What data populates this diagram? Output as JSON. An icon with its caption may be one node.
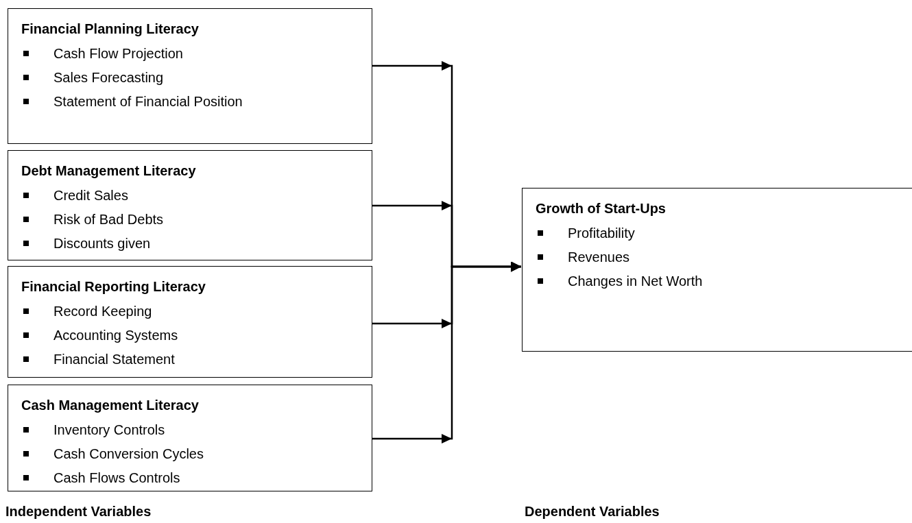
{
  "diagram": {
    "nodes": [
      {
        "text": [
          "Financial Planning Literacy",
          "Cash Flow Projection",
          "Sales Forecasting",
          "Statement of Financial Position"
        ]
      },
      {
        "text": [
          "Debt Management Literacy",
          "Credit Sales",
          "Risk of Bad Debts",
          "Discounts given"
        ]
      },
      {
        "text": [
          "Financial Reporting Literacy",
          "Record Keeping",
          "Accounting Systems",
          "Financial Statement"
        ]
      },
      {
        "text": [
          "Cash Management Literacy",
          "Inventory Controls",
          "Cash Conversion Cycles",
          "Cash Flows Controls"
        ]
      },
      {
        "text": [
          "Growth of Start-Ups",
          "Profitability",
          "Revenues",
          "Changes in Net Worth"
        ]
      }
    ],
    "edges": [
      {
        "from": 0,
        "to": 4,
        "arrow": "to"
      },
      {
        "from": 1,
        "to": 4,
        "arrow": "to"
      },
      {
        "from": 2,
        "to": 4,
        "arrow": "to"
      },
      {
        "from": 3,
        "to": 4,
        "arrow": "to"
      }
    ],
    "labels": [
      "Independent Variables",
      "Dependent Variables"
    ]
  }
}
